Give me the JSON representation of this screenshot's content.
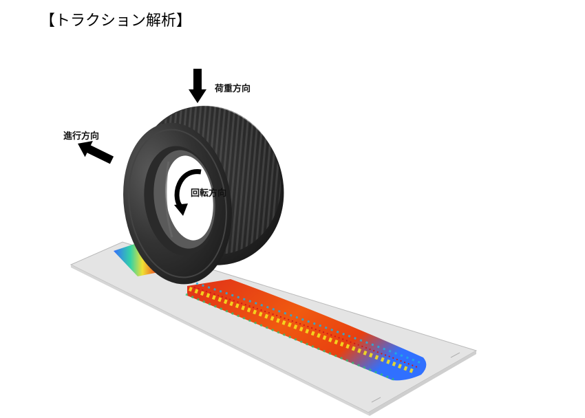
{
  "title": "【トラクション解析】",
  "labels": {
    "load_direction": "荷重方向",
    "travel_direction": "進行方向",
    "rotation_direction": "回転方向"
  },
  "colors": {
    "plate": "#e4e4e4",
    "tire_rubber": "#2b2b2b",
    "arrow": "#000000",
    "contact_high": "#e02010",
    "contact_mid": "#f0e020",
    "contact_low": "#2060ff"
  }
}
